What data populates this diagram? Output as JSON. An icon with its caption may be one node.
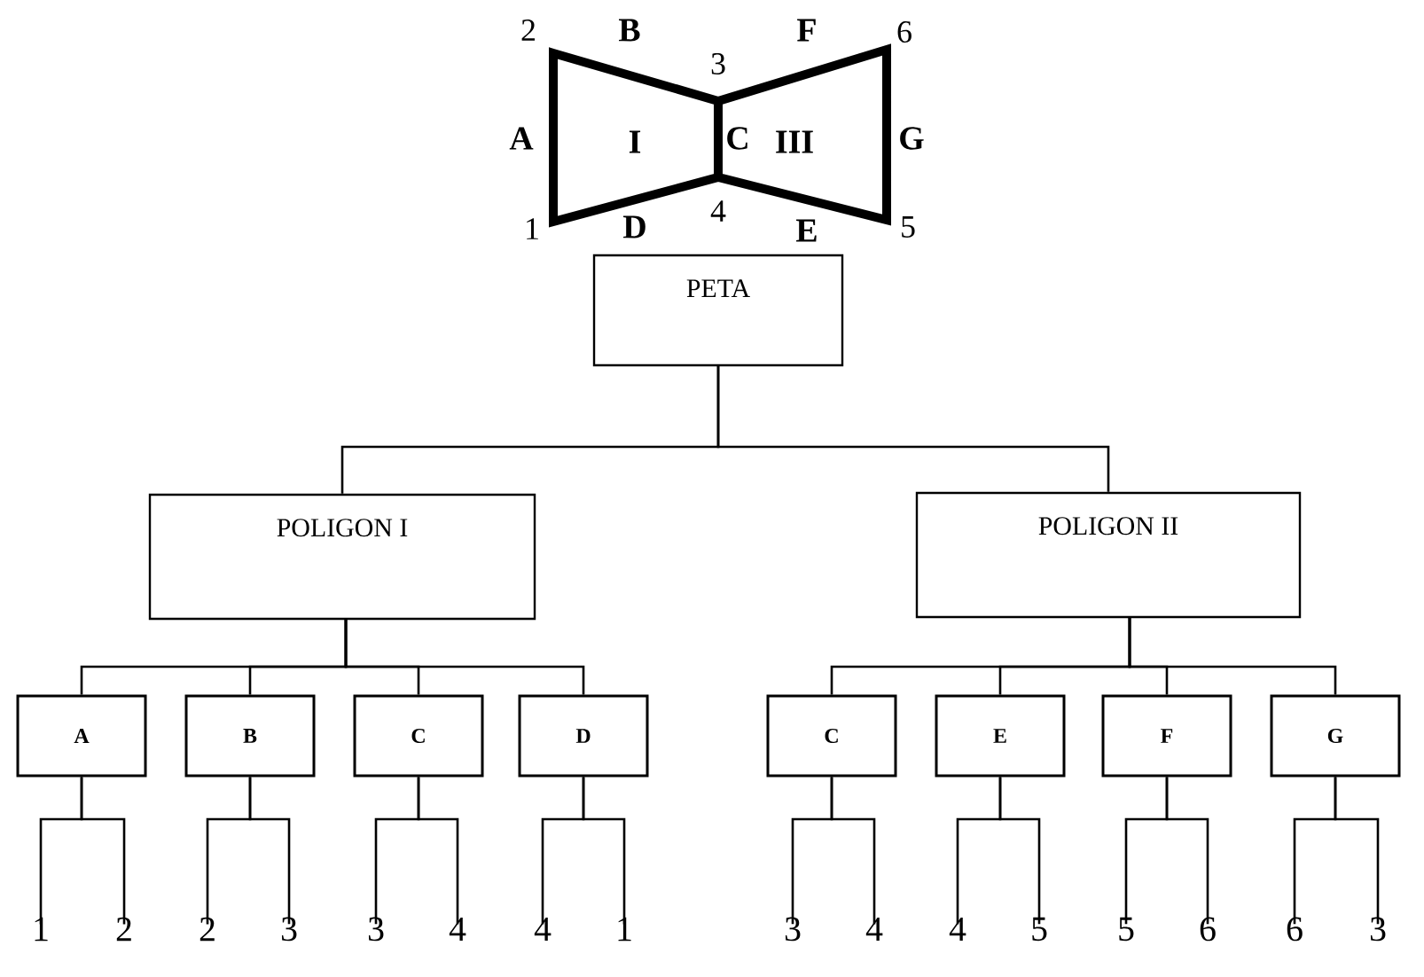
{
  "diagram": {
    "nodes": [
      {
        "text": [
          "PETA"
        ]
      },
      {
        "text": [
          "POLIGON I"
        ]
      },
      {
        "text": [
          "POLIGON II"
        ]
      },
      {
        "text": [
          "A"
        ]
      },
      {
        "text": [
          "B"
        ]
      },
      {
        "text": [
          "C"
        ]
      },
      {
        "text": [
          "D"
        ]
      },
      {
        "text": [
          "C"
        ]
      },
      {
        "text": [
          "E"
        ]
      },
      {
        "text": [
          "F"
        ]
      },
      {
        "text": [
          "G"
        ]
      },
      {
        "text": [
          "1"
        ]
      },
      {
        "text": [
          "2"
        ]
      },
      {
        "text": [
          "2"
        ]
      },
      {
        "text": [
          "3"
        ]
      },
      {
        "text": [
          "3"
        ]
      },
      {
        "text": [
          "4"
        ]
      },
      {
        "text": [
          "4"
        ]
      },
      {
        "text": [
          "1"
        ]
      },
      {
        "text": [
          "3"
        ]
      },
      {
        "text": [
          "4"
        ]
      },
      {
        "text": [
          "4"
        ]
      },
      {
        "text": [
          "5"
        ]
      },
      {
        "text": [
          "5"
        ]
      },
      {
        "text": [
          "6"
        ]
      },
      {
        "text": [
          "6"
        ]
      },
      {
        "text": [
          "3"
        ]
      }
    ],
    "edges": [
      {
        "from": 0,
        "to": 1,
        "arrow": "none"
      },
      {
        "from": 0,
        "to": 2,
        "arrow": "none"
      },
      {
        "from": 1,
        "to": 3,
        "arrow": "none"
      },
      {
        "from": 1,
        "to": 4,
        "arrow": "none"
      },
      {
        "from": 1,
        "to": 5,
        "arrow": "none"
      },
      {
        "from": 1,
        "to": 6,
        "arrow": "none"
      },
      {
        "from": 2,
        "to": 7,
        "arrow": "none"
      },
      {
        "from": 2,
        "to": 8,
        "arrow": "none"
      },
      {
        "from": 2,
        "to": 9,
        "arrow": "none"
      },
      {
        "from": 2,
        "to": 10,
        "arrow": "none"
      },
      {
        "from": 3,
        "to": 11,
        "arrow": "none"
      },
      {
        "from": 3,
        "to": 12,
        "arrow": "none"
      },
      {
        "from": 4,
        "to": 13,
        "arrow": "none"
      },
      {
        "from": 4,
        "to": 14,
        "arrow": "none"
      },
      {
        "from": 5,
        "to": 15,
        "arrow": "none"
      },
      {
        "from": 5,
        "to": 16,
        "arrow": "none"
      },
      {
        "from": 6,
        "to": 17,
        "arrow": "none"
      },
      {
        "from": 6,
        "to": 18,
        "arrow": "none"
      },
      {
        "from": 7,
        "to": 19,
        "arrow": "none"
      },
      {
        "from": 7,
        "to": 20,
        "arrow": "none"
      },
      {
        "from": 8,
        "to": 21,
        "arrow": "none"
      },
      {
        "from": 8,
        "to": 22,
        "arrow": "none"
      },
      {
        "from": 9,
        "to": 23,
        "arrow": "none"
      },
      {
        "from": 9,
        "to": 24,
        "arrow": "none"
      },
      {
        "from": 10,
        "to": 25,
        "arrow": "none"
      },
      {
        "from": 10,
        "to": 26,
        "arrow": "none"
      }
    ],
    "labels": [
      "2",
      "B",
      "3",
      "F",
      "6",
      "A",
      "I",
      "C",
      "III",
      "G",
      "1",
      "D",
      "4",
      "E",
      "5"
    ]
  }
}
